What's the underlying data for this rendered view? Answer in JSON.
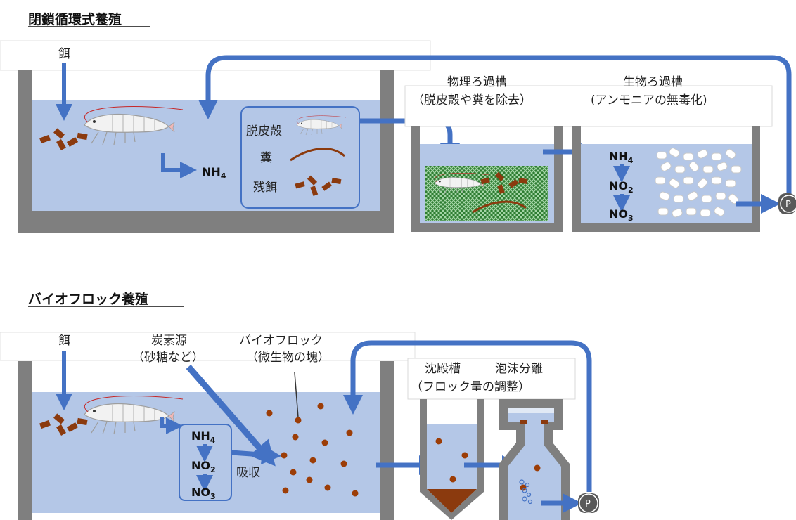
{
  "section1": {
    "title": "閉鎖循環式養殖",
    "feed_label": "餌",
    "nh4": "NH",
    "sub4": "4",
    "box": {
      "molt": "脱皮殻",
      "feces": "糞",
      "leftover": "残餌"
    },
    "phys_filter": {
      "line1": "物理ろ過槽",
      "line2": "（脱皮殻や糞を除去）"
    },
    "bio_filter": {
      "line1": "生物ろ過槽",
      "line2": "(アンモニアの無毒化)"
    },
    "chem": {
      "nh": "NH",
      "no": "NO",
      "sub4": "4",
      "sub2": "2",
      "sub3": "3"
    },
    "pump": "P"
  },
  "section2": {
    "title": "バイオフロック養殖",
    "feed_label": "餌",
    "carbon": {
      "line1": "炭素源",
      "line2": "（砂糖など）"
    },
    "biofloc": {
      "line1": "バイオフロック",
      "line2": "（微生物の塊）"
    },
    "chem": {
      "nh": "NH",
      "no": "NO",
      "sub4": "4",
      "sub2": "2",
      "sub3": "3"
    },
    "absorb": "吸収",
    "settling": {
      "line1": "沈殿槽",
      "line2": "（フロック量の調整）"
    },
    "foam": "泡沫分離",
    "pump": "P"
  },
  "colors": {
    "water": "#b4c7e7",
    "wall": "#7f7f7f",
    "arrow": "#4472c4",
    "brown": "#8b3a0e",
    "floc": "#9c3d07"
  }
}
